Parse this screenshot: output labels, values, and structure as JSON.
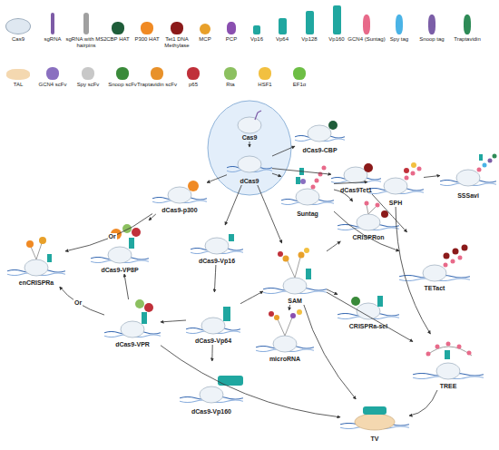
{
  "diagram": {
    "nodes": [
      {
        "text": [
          "Cas9"
        ]
      },
      {
        "text": [
          "dCas9"
        ]
      },
      {
        "text": [
          "dCas9-CBP"
        ]
      },
      {
        "text": [
          "Suntag"
        ]
      },
      {
        "text": [
          "SPH"
        ]
      },
      {
        "text": [
          "SSSavi"
        ]
      },
      {
        "text": [
          "dCas9Tet1"
        ]
      },
      {
        "text": [
          "dCas9-p300"
        ]
      },
      {
        "text": [
          "CRISPRon"
        ]
      },
      {
        "text": [
          "TETact"
        ]
      },
      {
        "text": [
          "enCRISPRa"
        ]
      },
      {
        "text": [
          "dCas9-VP8P"
        ]
      },
      {
        "text": [
          "dCas9-Vp16"
        ]
      },
      {
        "text": [
          "SAM"
        ]
      },
      {
        "text": [
          "dCas9-VPR"
        ]
      },
      {
        "text": [
          "dCas9-Vp64"
        ]
      },
      {
        "text": [
          "CRISPRa-sel"
        ]
      },
      {
        "text": [
          "TREE"
        ]
      },
      {
        "text": [
          "microRNA"
        ]
      },
      {
        "text": [
          "dCas9-Vp160"
        ]
      },
      {
        "text": [
          "TV"
        ]
      }
    ],
    "edges": [
      {
        "from": 0,
        "to": 1,
        "arrow": "to"
      },
      {
        "from": 1,
        "to": 2,
        "arrow": "to"
      },
      {
        "from": 1,
        "to": 3,
        "arrow": "to"
      },
      {
        "from": 1,
        "to": 6,
        "arrow": "to"
      },
      {
        "from": 1,
        "to": 7,
        "arrow": "to"
      },
      {
        "from": 1,
        "to": 12,
        "arrow": "to"
      },
      {
        "from": 1,
        "to": 13,
        "arrow": "to"
      },
      {
        "from": 3,
        "to": 4,
        "arrow": "to"
      },
      {
        "from": 4,
        "to": 5,
        "arrow": "to"
      },
      {
        "from": 3,
        "to": 8,
        "arrow": "to"
      },
      {
        "from": 3,
        "to": 9,
        "arrow": "to"
      },
      {
        "from": 4,
        "to": 17,
        "arrow": "to"
      },
      {
        "from": 6,
        "to": 9,
        "arrow": "to"
      },
      {
        "from": 7,
        "to": 10,
        "label": "Or",
        "arrow": "to"
      },
      {
        "from": 7,
        "to": 11,
        "arrow": "to"
      },
      {
        "from": 12,
        "to": 15,
        "arrow": "to"
      },
      {
        "from": 15,
        "to": 14,
        "arrow": "to"
      },
      {
        "from": 14,
        "to": 11,
        "arrow": "to"
      },
      {
        "from": 14,
        "to": 10,
        "label": "Or",
        "arrow": "to"
      },
      {
        "from": 15,
        "to": 13,
        "arrow": "to"
      },
      {
        "from": 15,
        "to": 19,
        "arrow": "to"
      },
      {
        "from": 13,
        "to": 8,
        "arrow": "to"
      },
      {
        "from": 13,
        "to": 16,
        "arrow": "to"
      },
      {
        "from": 13,
        "to": 17,
        "arrow": "to"
      },
      {
        "from": 13,
        "to": 18,
        "arrow": "to"
      },
      {
        "from": 14,
        "to": 20,
        "arrow": "to"
      },
      {
        "from": 13,
        "to": 20,
        "arrow": "to"
      },
      {
        "from": 17,
        "to": 20,
        "arrow": "to"
      }
    ],
    "legend": [
      {
        "text": "Cas9",
        "color": "#dfe8f1"
      },
      {
        "text": "sgRNA",
        "color": "#7d5ba6"
      },
      {
        "text": "sgRNA with MS2 hairpins",
        "color": "#a0a0a0"
      },
      {
        "text": "CBP HAT",
        "color": "#1f5d3a"
      },
      {
        "text": "P300 HAT",
        "color": "#f08a24"
      },
      {
        "text": "Tet1 DNA Methylase",
        "color": "#8b1a1a"
      },
      {
        "text": "MCP",
        "color": "#e8a02a"
      },
      {
        "text": "PCP",
        "color": "#8a4fb0"
      },
      {
        "text": "Vp16",
        "color": "#20a7a0"
      },
      {
        "text": "Vp64",
        "color": "#20a7a0"
      },
      {
        "text": "Vp128",
        "color": "#20a7a0"
      },
      {
        "text": "Vp160",
        "color": "#20a7a0"
      },
      {
        "text": "GCN4 (Suntag)",
        "color": "#e86a8a"
      },
      {
        "text": "Spy tag",
        "color": "#4ab3e6"
      },
      {
        "text": "Snoop tag",
        "color": "#7b5ea7"
      },
      {
        "text": "Traptavidin",
        "color": "#2e8b57"
      },
      {
        "text": "TAL",
        "color": "#f4d8b0"
      },
      {
        "text": "GCN4 scFv",
        "color": "#8a70c0"
      },
      {
        "text": "Spy scFv",
        "color": "#c8c8c8"
      },
      {
        "text": "Snoop scFv",
        "color": "#3a8a3a"
      },
      {
        "text": "Traptavidin scFv",
        "color": "#e8912a"
      },
      {
        "text": "p65",
        "color": "#c0303a"
      },
      {
        "text": "Rta",
        "color": "#8cc060"
      },
      {
        "text": "HSF1",
        "color": "#f2c040"
      },
      {
        "text": "EF1α",
        "color": "#6dbe45"
      }
    ]
  }
}
